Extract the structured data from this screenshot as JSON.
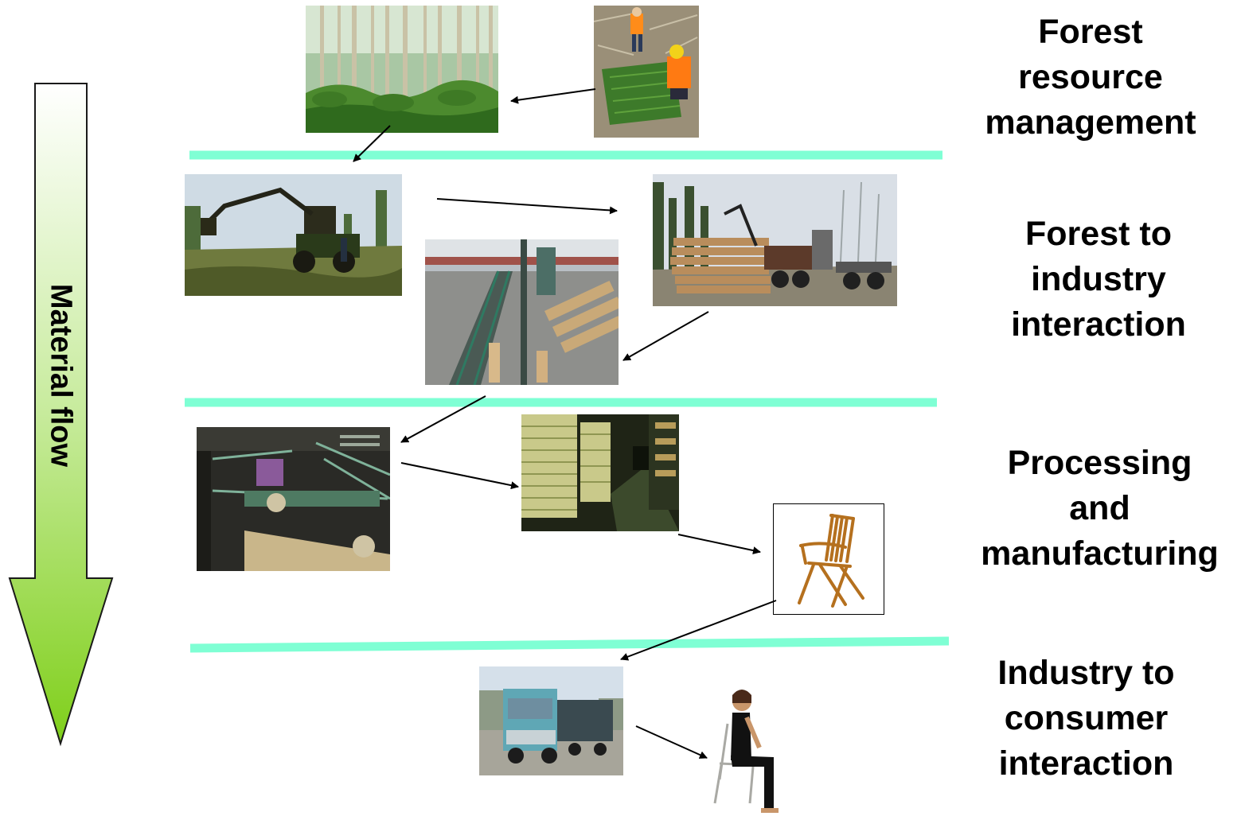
{
  "material_flow_label": "Material flow",
  "stages": [
    {
      "id": "forest-resource-management",
      "label": "Forest\nresource\nmanagement"
    },
    {
      "id": "forest-to-industry",
      "label": "Forest to\nindustry\ninteraction"
    },
    {
      "id": "processing",
      "label": "Processing\nand\nmanufacturing"
    },
    {
      "id": "industry-to-consumer",
      "label": "Industry to\nconsumer\ninteraction"
    }
  ],
  "colors": {
    "divider": "#7fffd4",
    "arrow_top": "#ffffff",
    "arrow_bottom": "#7fcf1a",
    "arrow_stroke": "#1a1a1a"
  },
  "photos": [
    {
      "name": "forest-stand-photo",
      "subject": "forest stand"
    },
    {
      "name": "seedling-planting-photo",
      "subject": "workers planting seedlings"
    },
    {
      "name": "harvester-photo",
      "subject": "forest harvester"
    },
    {
      "name": "timber-truck-photo",
      "subject": "timber truck loading logs"
    },
    {
      "name": "log-sorting-conveyor-photo",
      "subject": "log sorting conveyor"
    },
    {
      "name": "sawmill-line-photo",
      "subject": "sawmill machinery"
    },
    {
      "name": "lumber-drying-kiln-photo",
      "subject": "lumber drying kiln"
    },
    {
      "name": "wooden-chair-photo",
      "subject": "folding wooden chair"
    },
    {
      "name": "delivery-truck-photo",
      "subject": "delivery truck"
    },
    {
      "name": "seated-person-photo",
      "subject": "person seated on chair"
    }
  ]
}
